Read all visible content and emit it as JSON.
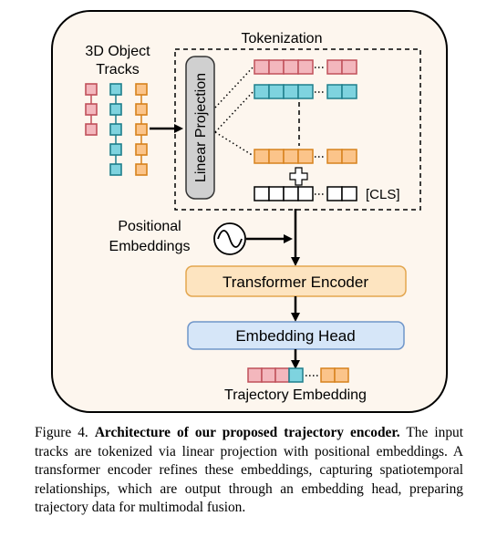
{
  "labels": {
    "tracks_line1": "3D Object",
    "tracks_line2": "Tracks",
    "tokenization": "Tokenization",
    "linear_projection": "Linear Projection",
    "cls": "[CLS]",
    "positional_line1": "Positional",
    "positional_line2": "Embeddings",
    "transformer_encoder": "Transformer Encoder",
    "embedding_head": "Embedding Head",
    "trajectory_embedding": "Trajectory Embedding",
    "plus": "+"
  },
  "colors": {
    "panel_bg": "#fdf6ee",
    "pink_fill": "#f3b7bd",
    "pink_stroke": "#c0505a",
    "teal_fill": "#7ed3df",
    "teal_stroke": "#1e7f8c",
    "orange_fill": "#fbc48a",
    "orange_stroke": "#d7821d",
    "gray_fill": "#d0d0d0",
    "transformer_fill": "#fde4c0",
    "transformer_stroke": "#e3a64f",
    "head_fill": "#d6e6f8",
    "head_stroke": "#6f95c9"
  },
  "caption": {
    "figure": "Figure 4.",
    "title": "Architecture of our proposed trajectory encoder.",
    "body": "The input tracks are tokenized via linear projection with positional embeddings. A transformer encoder refines these embeddings, capturing spatiotemporal relationships, which are output through an embedding head, preparing trajectory data for multimodal fusion."
  }
}
